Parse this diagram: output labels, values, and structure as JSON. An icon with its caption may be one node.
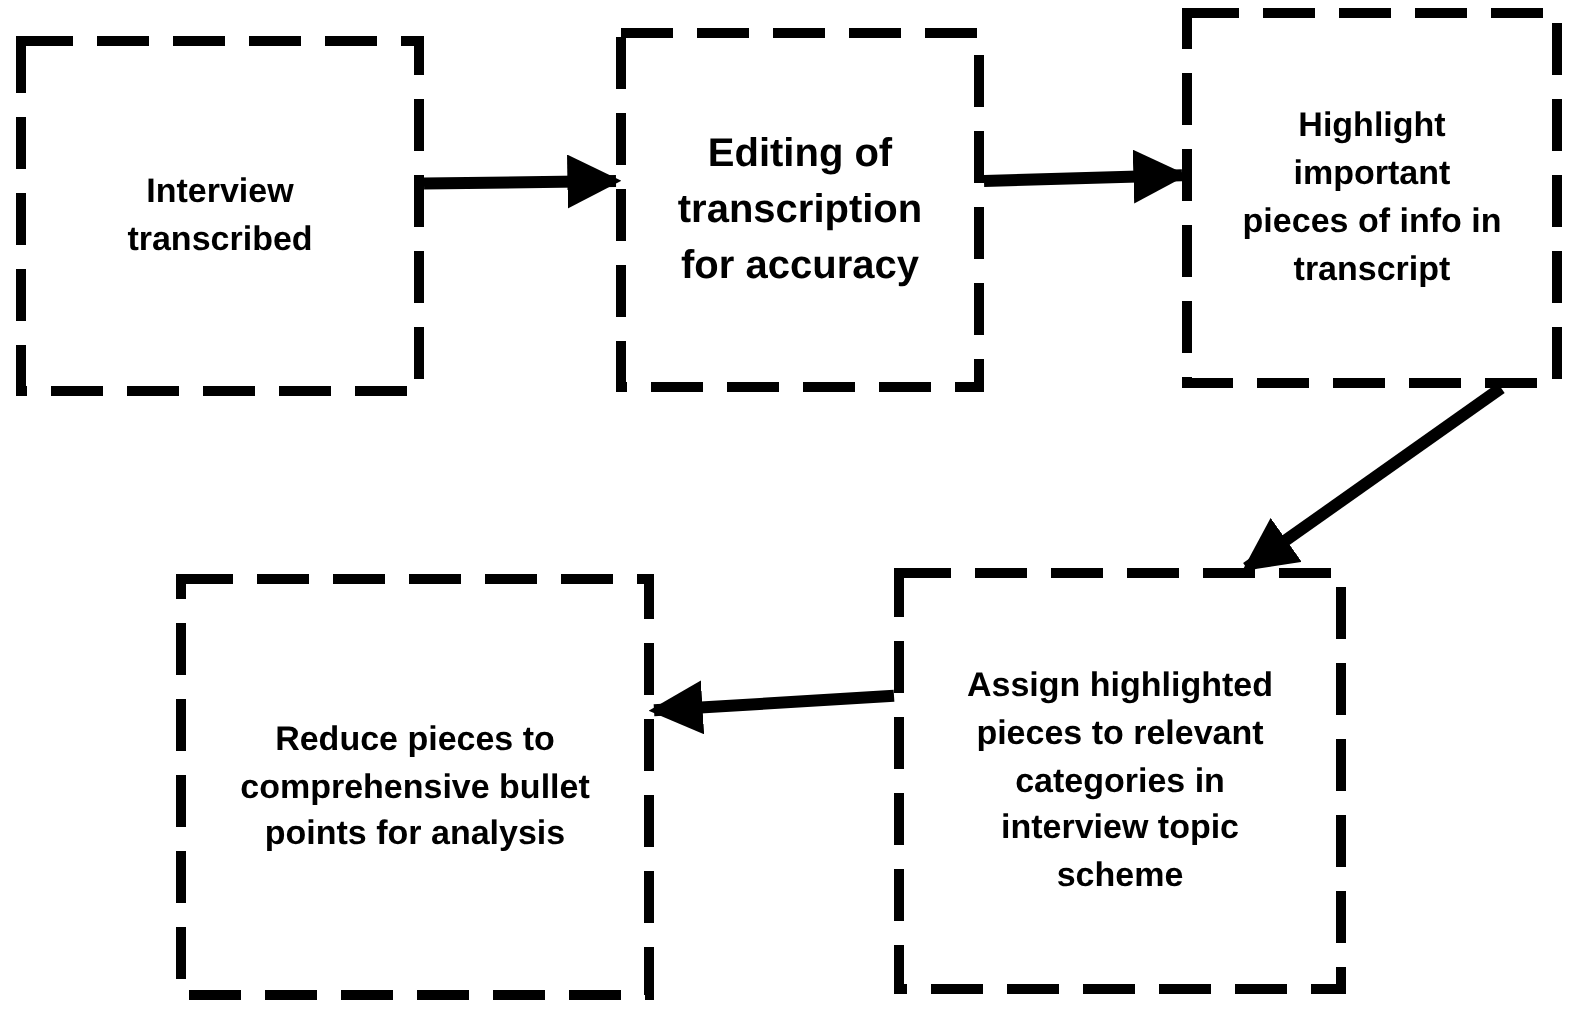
{
  "diagram": {
    "nodes": [
      {
        "text": [
          "Interview transcribed"
        ]
      },
      {
        "text": [
          "Editing of transcription for accuracy"
        ]
      },
      {
        "text": [
          "Highlight important pieces of info in transcript"
        ]
      },
      {
        "text": [
          "Assign highlighted pieces to relevant categories in interview topic scheme"
        ]
      },
      {
        "text": [
          "Reduce pieces to comprehensive bullet points for analysis"
        ]
      }
    ],
    "edges": [
      {
        "from": 0,
        "to": 1,
        "arrow": "to"
      },
      {
        "from": 1,
        "to": 2,
        "arrow": "to"
      },
      {
        "from": 2,
        "to": 3,
        "arrow": "to"
      },
      {
        "from": 3,
        "to": 4,
        "arrow": "to"
      }
    ]
  }
}
